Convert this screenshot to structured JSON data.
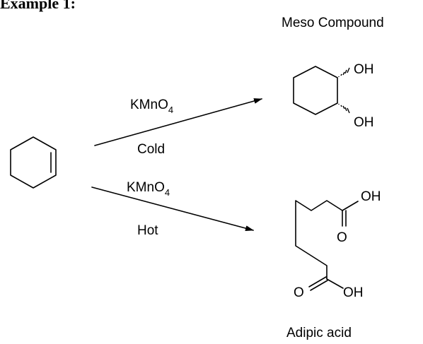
{
  "heading": "Example 1:",
  "reactant": {
    "name": "cyclohexene"
  },
  "reaction_top": {
    "reagent": "KMnO",
    "reagent_subscript": "4",
    "condition": "Cold"
  },
  "reaction_bottom": {
    "reagent": "KMnO",
    "reagent_subscript": "4",
    "condition": "Hot"
  },
  "product_top": {
    "caption": "Meso Compound",
    "group_1": "OH",
    "group_2": "OH"
  },
  "product_bottom": {
    "caption": "Adipic acid",
    "oh_1": "OH",
    "o_1": "O",
    "oh_2": "OH",
    "o_2": "O"
  }
}
